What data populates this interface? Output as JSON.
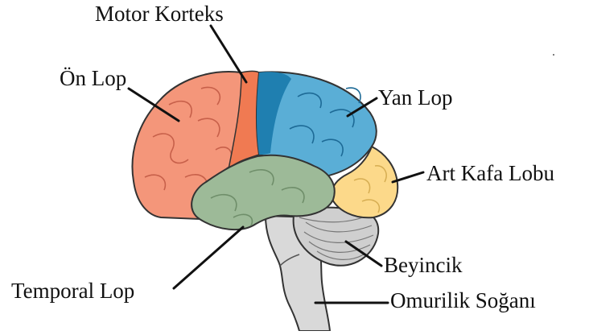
{
  "diagram": {
    "labels": {
      "motor_cortex": "Motor Korteks",
      "frontal_lobe": "Ön Lop",
      "parietal_lobe": "Yan Lop",
      "occipital_lobe": "Art Kafa Lobu",
      "temporal_lobe": "Temporal Lop",
      "cerebellum": "Beyincik",
      "medulla": "Omurilik Soğanı"
    },
    "colors": {
      "frontal": "#f4967a",
      "motor": "#f07a52",
      "parietal": "#5aaed6",
      "parietal_dark": "#1f7fb0",
      "occipital": "#fcd98a",
      "temporal": "#9dba98",
      "cerebellum": "#cfcfcf",
      "brainstem": "#d9d9d9"
    }
  }
}
